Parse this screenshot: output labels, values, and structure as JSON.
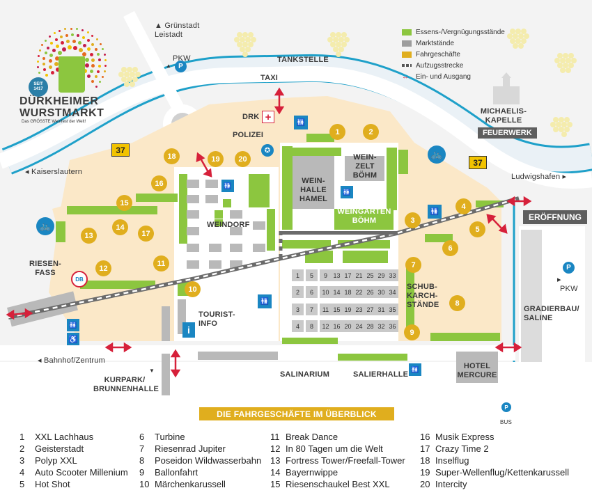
{
  "logo": {
    "seit": "SEIT",
    "year": "1417",
    "line1": "DÜRKHEIMER",
    "line2": "WURSTMARKT",
    "tagline": "Das GRÖSSTE Weinfest der Welt!"
  },
  "legend": [
    {
      "label": "Essens-/Vergnügungsstände",
      "color": "#8cc63f"
    },
    {
      "label": "Marktstände",
      "color": "#9d9d9d"
    },
    {
      "label": "Fahrgeschäfte",
      "color": "#e0ae1e"
    },
    {
      "label": "Aufzugsstrecke",
      "color": "#555555"
    },
    {
      "label": "Ein- und Ausgang",
      "color": "#d6203a"
    }
  ],
  "places": {
    "gruenstadt": "Grünstadt",
    "leistadt": "Leistadt",
    "pkw": "PKW",
    "parking": "P",
    "tankstelle": "TANKSTELLE",
    "taxi": "TAXI",
    "drk": "DRK",
    "polizei": "POLIZEI",
    "michaelis": "MICHAELIS-",
    "kapelle": "KAPELLE",
    "feuerwerk": "FEUERWERK",
    "ludwigshafen": "Ludwigshafen",
    "eroeffnung": "ERÖFFNUNG",
    "kaiserslautern": "Kaiserslautern",
    "route": "37",
    "weinhalle": "WEIN-\nHALLE\nHAMEL",
    "weinzelt": "WEIN-\nZELT\nBÖHM",
    "weingarten": "WEINGARTEN\nBÖHM",
    "weindorf": "WEINDORF",
    "riesenfass": "RIESEN-\nFASS",
    "touristinfo": "TOURIST-\nINFO",
    "schubkarch": "SCHUB-\nKARCH-\nSTÄNDE",
    "gradierbau": "GRADIERBAU/\nSALINE",
    "pkw_right": "PKW",
    "bahnhof": "Bahnhof/Zentrum",
    "kurpark": "KURPARK/\nBRUNNENHALLE",
    "salinarium": "SALINARIUM",
    "salierhalle": "SALIERHALLE",
    "hotel": "HOTEL\nMERCURE",
    "bus": "BUS"
  },
  "stalls": [
    1,
    2,
    3,
    4,
    5,
    6,
    7,
    8,
    9,
    10,
    11,
    12,
    13,
    14,
    15,
    16,
    17,
    18,
    19,
    20,
    21,
    22,
    23,
    24,
    25,
    26,
    27,
    28,
    29,
    30,
    31,
    32,
    33,
    34,
    35,
    36
  ],
  "ride_numbers": [
    "1",
    "2",
    "3",
    "4",
    "5",
    "6",
    "7",
    "8",
    "9",
    "10",
    "11",
    "12",
    "13",
    "14",
    "15",
    "16",
    "17",
    "18",
    "19",
    "20"
  ],
  "rides_title": "DIE FAHRGESCHÄFTE IM ÜBERBLICK",
  "rides": [
    {
      "n": "1",
      "name": "XXL Lachhaus"
    },
    {
      "n": "2",
      "name": "Geisterstadt"
    },
    {
      "n": "3",
      "name": "Polyp XXL"
    },
    {
      "n": "4",
      "name": "Auto Scooter Millenium"
    },
    {
      "n": "5",
      "name": "Hot Shot"
    },
    {
      "n": "6",
      "name": "Turbine"
    },
    {
      "n": "7",
      "name": "Riesenrad Jupiter"
    },
    {
      "n": "8",
      "name": "Poseidon Wildwasserbahn"
    },
    {
      "n": "9",
      "name": "Ballonfahrt"
    },
    {
      "n": "10",
      "name": "Märchenkarussell"
    },
    {
      "n": "11",
      "name": "Break Dance"
    },
    {
      "n": "12",
      "name": "In 80 Tagen um die Welt"
    },
    {
      "n": "13",
      "name": "Fortress Tower/Freefall-Tower"
    },
    {
      "n": "14",
      "name": "Bayernwippe"
    },
    {
      "n": "15",
      "name": "Riesenschaukel Best XXL"
    },
    {
      "n": "16",
      "name": "Musik Express"
    },
    {
      "n": "17",
      "name": "Crazy Time 2"
    },
    {
      "n": "18",
      "name": "Inselflug"
    },
    {
      "n": "19",
      "name": "Super-Wellenflug/Kettenkarussell"
    },
    {
      "n": "20",
      "name": "Intercity"
    }
  ]
}
